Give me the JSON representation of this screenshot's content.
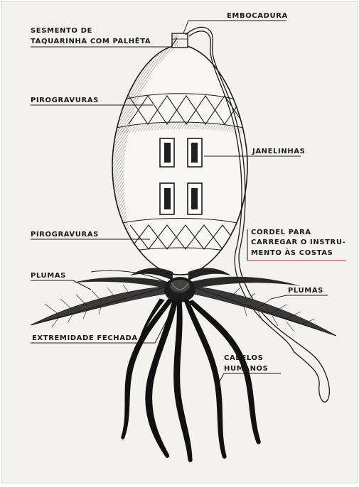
{
  "labels": {
    "embocadura": "EMBOCADURA",
    "segmento_line1": "SESMENTO DE",
    "segmento_line2": "TAQUARINHA COM PALHÊTA",
    "pirogravuras_top": "PIROGRAVURAS",
    "janelinhas": "JANELINHAS",
    "pirogravuras_bottom": "PIROGRAVURAS",
    "cordel_line1": "CORDEL PARA",
    "cordel_line2": "CARREGAR O INSTRU-",
    "cordel_line3": "MENTO ÀS COSTAS",
    "plumas_left": "PLUMAS",
    "plumas_right": "PLUMAS",
    "extremidade": "EXTREMIDADE FECHADA",
    "cabelos_line1": "CABELOS",
    "cabelos_line2": "HUMANOS"
  },
  "colors": {
    "ink": "#1a1a1a",
    "paper": "#f3f2ee",
    "accent_underline": "#b03030"
  }
}
